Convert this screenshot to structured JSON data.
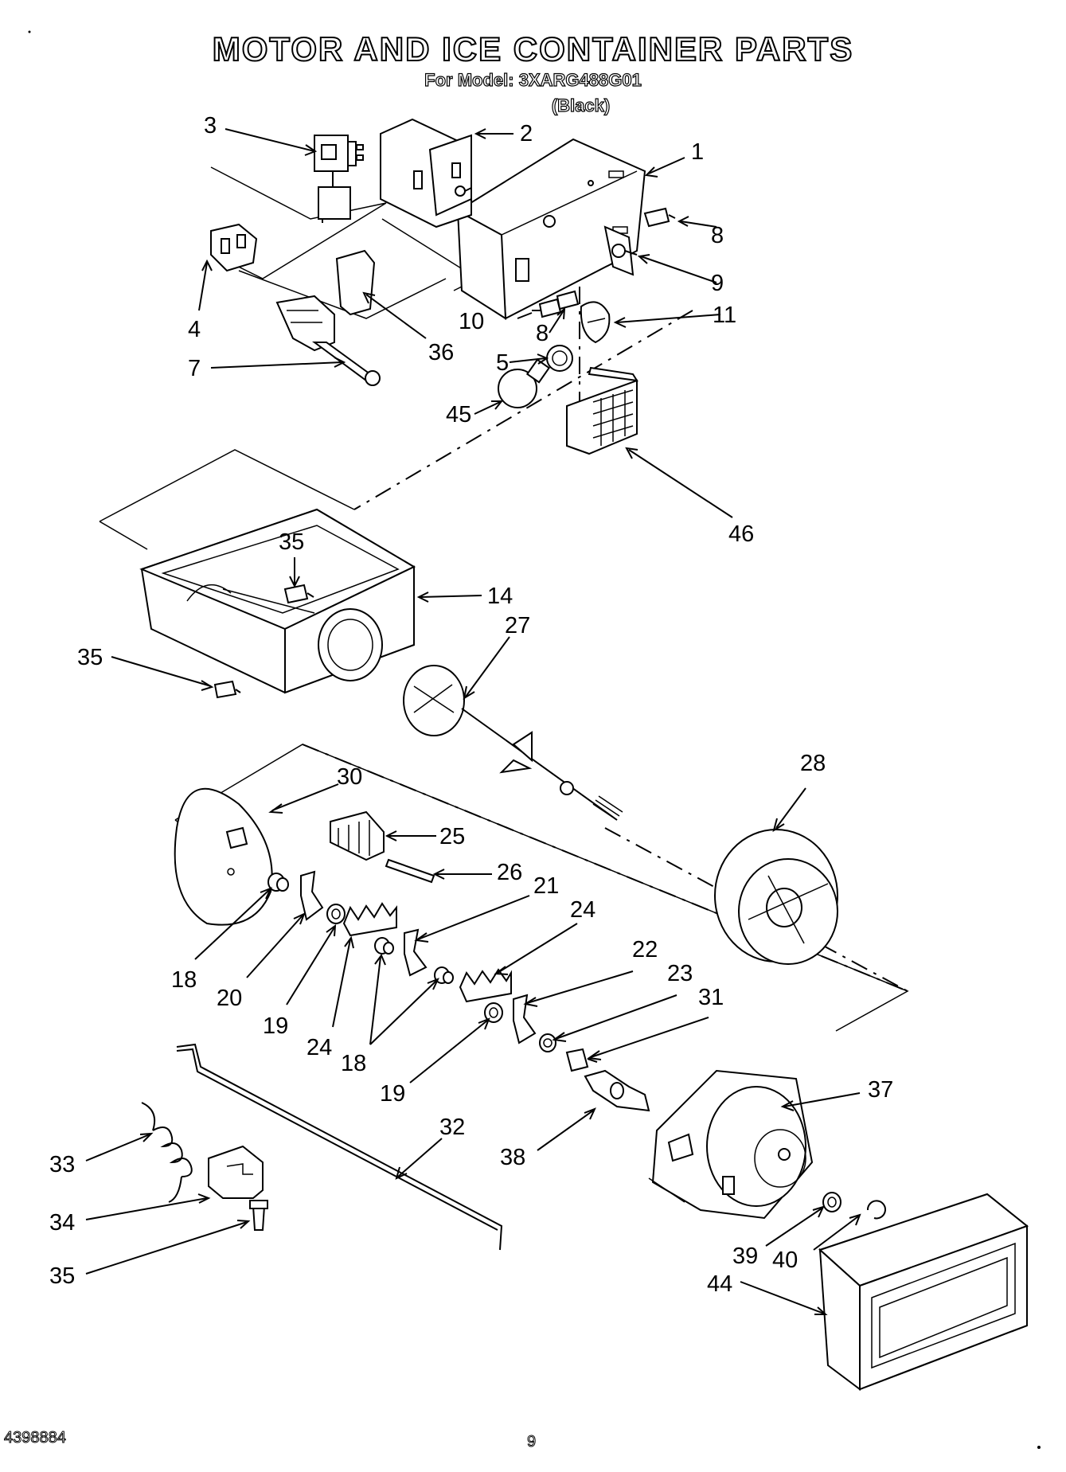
{
  "header": {
    "title": "MOTOR AND ICE CONTAINER PARTS",
    "model_line": "For Model: 3XARG488G01",
    "color_line": "(Black)"
  },
  "footer": {
    "doc_number": "4398884",
    "page_number": "9"
  },
  "callouts": {
    "c1": "1",
    "c2": "2",
    "c3": "3",
    "c4": "4",
    "c5": "5",
    "c7": "7",
    "c8a": "8",
    "c8b": "8",
    "c9": "9",
    "c10": "10",
    "c11": "11",
    "c14": "14",
    "c18a": "18",
    "c18b": "18",
    "c19a": "19",
    "c19b": "19",
    "c20": "20",
    "c21": "21",
    "c22": "22",
    "c23": "23",
    "c24a": "24",
    "c24b": "24",
    "c25": "25",
    "c26": "26",
    "c27": "27",
    "c28": "28",
    "c30": "30",
    "c31": "31",
    "c32": "32",
    "c33": "33",
    "c34": "34",
    "c35a": "35",
    "c35b": "35",
    "c35c": "35",
    "c36": "36",
    "c37": "37",
    "c38": "38",
    "c39": "39",
    "c40": "40",
    "c44": "44",
    "c45": "45",
    "c46": "46"
  },
  "colors": {
    "ink": "#000000",
    "paper": "#ffffff"
  }
}
